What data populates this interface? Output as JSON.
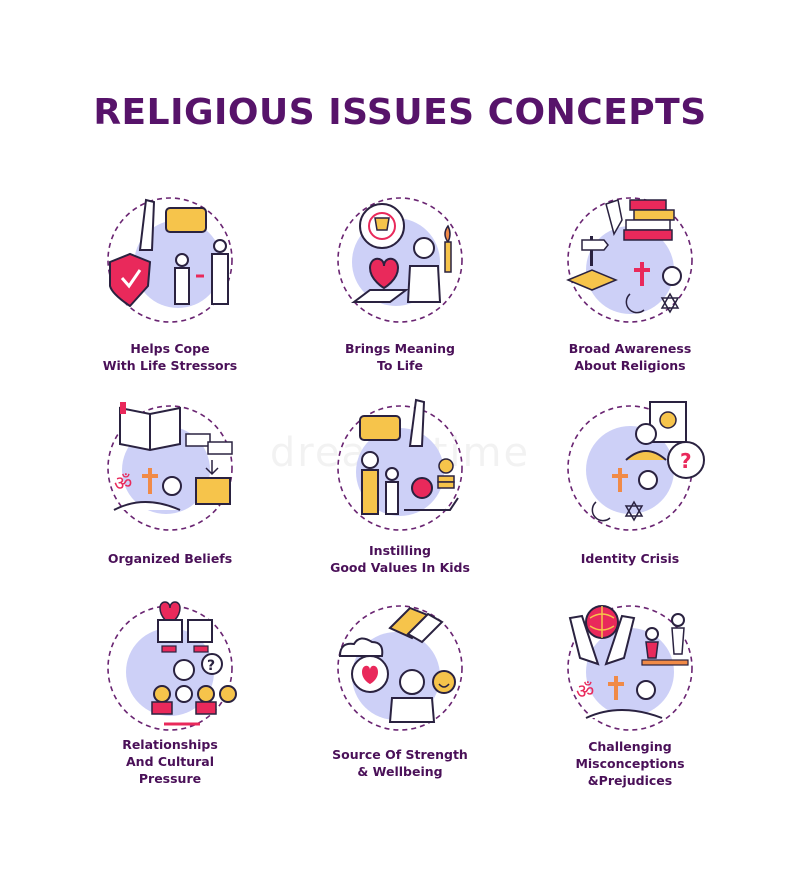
{
  "title": "RELIGIOUS ISSUES CONCEPTS",
  "watermark": "dreamstime",
  "colors": {
    "title": "#57136a",
    "accent": "#cdd0f7",
    "outline": "#2a2240",
    "red": "#e9295b",
    "yellow": "#f6c44b",
    "orange": "#f08a47",
    "dashed": "#6a2572"
  },
  "concepts": [
    {
      "label_lines": [
        "Helps Cope",
        "With Life Stressors"
      ],
      "icon": "hand-fist-shield-people-icon"
    },
    {
      "label_lines": [
        "Brings Meaning",
        "To Life"
      ],
      "icon": "target-trophy-heart-torch-icon"
    },
    {
      "label_lines": [
        "Broad Awareness",
        "About Religions"
      ],
      "icon": "books-signpost-religious-symbols-icon"
    },
    {
      "label_lines": [
        "Organized Beliefs"
      ],
      "icon": "book-flowchart-symbols-icon"
    },
    {
      "label_lines": [
        "Instilling",
        "Good Values In Kids"
      ],
      "icon": "parent-child-apple-coins-icon"
    },
    {
      "label_lines": [
        "Identity Crisis"
      ],
      "icon": "portrait-question-head-symbols-icon"
    },
    {
      "label_lines": [
        "Relationships",
        "And Cultural",
        "Pressure"
      ],
      "icon": "handcuffs-heart-group-icon"
    },
    {
      "label_lines": [
        "Source Of Strength",
        "& Wellbeing"
      ],
      "icon": "handshake-heart-smile-icon"
    },
    {
      "label_lines": [
        "Challenging",
        "Misconceptions",
        "&Prejudices"
      ],
      "icon": "globe-hands-balance-icon"
    }
  ]
}
